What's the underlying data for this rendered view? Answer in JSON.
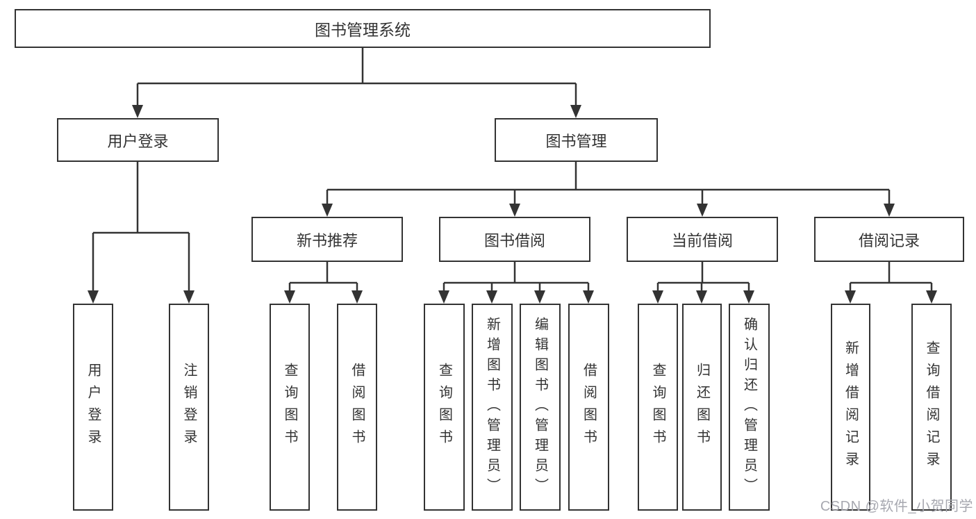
{
  "diagram_title": "图书管理系统",
  "colors": {
    "line": "#333333",
    "box_background": "#ffffff",
    "text": "#333333",
    "watermark": "#a7a8b0"
  },
  "nodes": {
    "root": {
      "label": "图书管理系统"
    },
    "user_login": {
      "label": "用户登录"
    },
    "book_mgmt": {
      "label": "图书管理"
    },
    "new_book_rec": {
      "label": "新书推荐"
    },
    "book_borrow": {
      "label": "图书借阅"
    },
    "current_borrow": {
      "label": "当前借阅"
    },
    "borrow_records": {
      "label": "借阅记录"
    },
    "leaf_user_login": {
      "label": "用户登录"
    },
    "leaf_logout": {
      "label": "注销登录"
    },
    "leaf_rec_query_book": {
      "label": "查询图书"
    },
    "leaf_rec_borrow_book": {
      "label": "借阅图书"
    },
    "leaf_bb_query_book": {
      "label": "查询图书"
    },
    "leaf_bb_add_book": {
      "label": "新增图书（管理员）"
    },
    "leaf_bb_edit_book": {
      "label": "编辑图书（管理员）"
    },
    "leaf_bb_borrow_book": {
      "label": "借阅图书"
    },
    "leaf_cb_query_book": {
      "label": "查询图书"
    },
    "leaf_cb_return_book": {
      "label": "归还图书"
    },
    "leaf_cb_confirm_return": {
      "label": "确认归还（管理员）"
    },
    "leaf_br_add_record": {
      "label": "新增借阅记录"
    },
    "leaf_br_query_record": {
      "label": "查询借阅记录"
    }
  },
  "watermark": "CSDN @软件_小贺同学"
}
